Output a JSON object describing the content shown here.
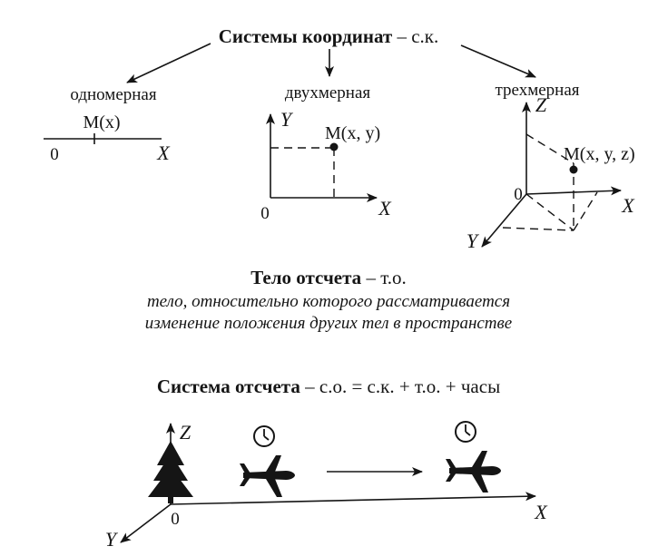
{
  "coord_systems": {
    "title_bold": "Системы координат",
    "title_rest": " – с.к.",
    "one_d": {
      "label": "одномерная",
      "point": "M(x)",
      "origin": "0",
      "x_axis": "X"
    },
    "two_d": {
      "label": "двухмерная",
      "point": "M(x, y)",
      "origin": "0",
      "x_axis": "X",
      "y_axis": "Y"
    },
    "three_d": {
      "label": "трехмерная",
      "point": "M(x, y, z)",
      "origin": "0",
      "x_axis": "X",
      "y_axis": "Y",
      "z_axis": "Z"
    }
  },
  "reference_body": {
    "title_bold": "Тело отсчета",
    "title_rest": " – т.о.",
    "definition_line1": "тело, относительно которого рассматривается",
    "definition_line2": "изменение положения других тел в пространстве"
  },
  "reference_frame": {
    "title_bold": "Система отсчета",
    "title_rest": " – с.о. = с.к. + т.о. + часы",
    "origin": "0",
    "x_axis": "X",
    "y_axis": "Y",
    "z_axis": "Z"
  },
  "icons": [
    "tree-icon",
    "clock-icon",
    "airplane-icon",
    "clock-icon",
    "airplane-icon"
  ]
}
